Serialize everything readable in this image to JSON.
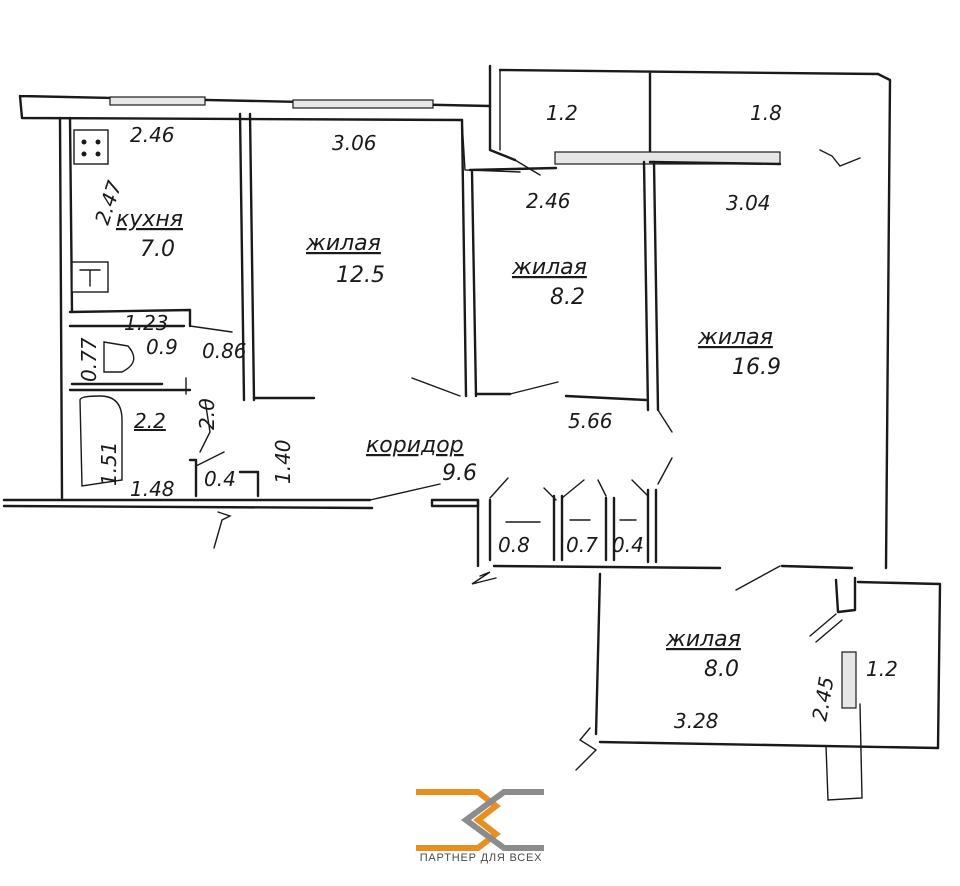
{
  "rooms": {
    "kitchen": {
      "name": "кухня",
      "area": "7.0",
      "width": "2.46",
      "depth": "2.47"
    },
    "living1": {
      "name": "жилая",
      "area": "12.5",
      "width": "3.06"
    },
    "living2": {
      "name": "жилая",
      "area": "8.2",
      "width": "2.46"
    },
    "living3": {
      "name": "жилая",
      "area": "16.9",
      "width": "3.04"
    },
    "living4": {
      "name": "жилая",
      "area": "8.0",
      "width": "3.28",
      "depth": "2.45"
    },
    "corridor": {
      "name": "коридор",
      "area": "9.6",
      "length": "5.66",
      "width": "1.40"
    },
    "toilet": {
      "area": "0.9",
      "width": "1.23",
      "depth": "0.77",
      "door": "0.86"
    },
    "bathroom": {
      "area": "2.2",
      "width": "1.48",
      "depth": "1.51",
      "side": "2.0"
    },
    "closet": {
      "area": "0.4"
    }
  },
  "balconies": {
    "balcony1": "1.2",
    "balcony2": "1.8",
    "balcony3": "1.2"
  },
  "storage": [
    "0.8",
    "0.7",
    "0.4"
  ],
  "logo": {
    "caption": "ПАРТНЕР ДЛЯ ВСЕХ",
    "orange": "#e8901f",
    "gray": "#8c8c8c"
  }
}
